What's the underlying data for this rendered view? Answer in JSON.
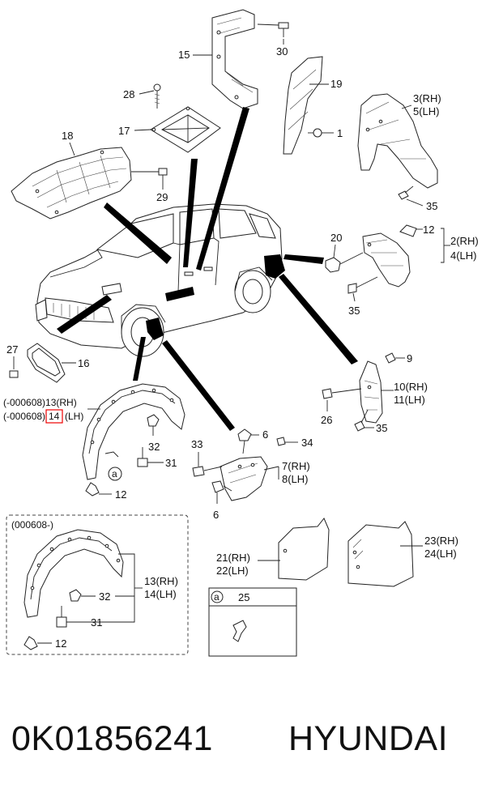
{
  "callouts": {
    "c30": "30",
    "c15": "15",
    "c19": "19",
    "c28": "28",
    "c3rh": "3(RH)",
    "c5lh": "5(LH)",
    "c1": "1",
    "c17": "17",
    "c18": "18",
    "c29": "29",
    "c35a": "35",
    "c12a": "12",
    "c20": "20",
    "c2rh": "2(RH)",
    "c4lh": "4(LH)",
    "c35b": "35",
    "c27": "27",
    "c16": "16",
    "c9": "9",
    "c13top": "(-000608)13(RH)",
    "c14top_pre": "(-000608)",
    "c14top_num": "14",
    "c14top_suf": "(LH)",
    "c10rh": "10(RH)",
    "c11lh": "11(LH)",
    "c26": "26",
    "c35c": "35",
    "c32a": "32",
    "c33": "33",
    "c6a": "6",
    "c34": "34",
    "c31a": "31",
    "c7rh": "7(RH)",
    "c8lh": "8(LH)",
    "ca": "a",
    "c12b": "12",
    "c6b": "6",
    "inset_title": "(000608-)",
    "c21rh": "21(RH)",
    "c22lh": "22(LH)",
    "c23rh": "23(RH)",
    "c24lh": "24(LH)",
    "c13rh": "13(RH)",
    "c14lh": "14(LH)",
    "c32b": "32",
    "c31b": "31",
    "c12c": "12",
    "legend_a": "a",
    "legend_25": "25"
  },
  "footer": {
    "part_number": "0K01856241",
    "brand": "HYUNDAI"
  }
}
